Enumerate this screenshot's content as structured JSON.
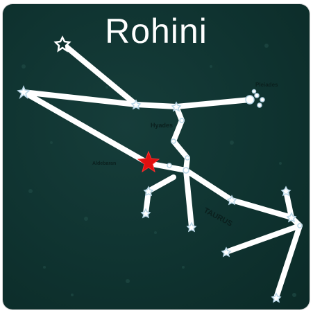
{
  "title": "Rohini",
  "labels": {
    "pleiades": "Pleiades",
    "hyades": "Hyades",
    "aldebaran": "Aldebaran",
    "taurus": "TAURUS"
  },
  "colors": {
    "background": "#0f3330",
    "lines": "#ffffff",
    "highlight_star": "#e01010"
  },
  "icons": [
    "star-icon",
    "highlight-star-icon"
  ]
}
